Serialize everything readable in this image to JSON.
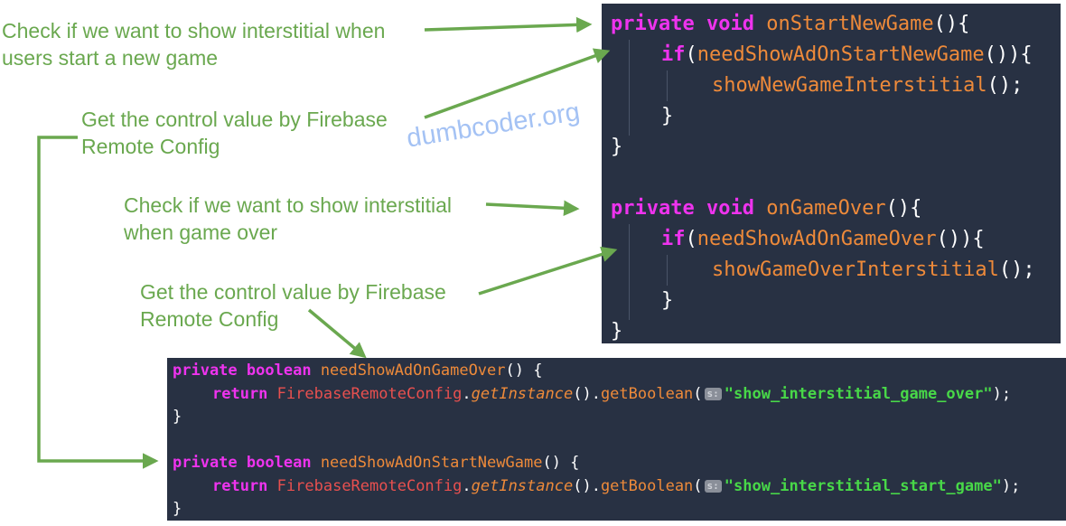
{
  "annotations": {
    "a1_line1": "Check if we want to show interstitial when",
    "a1_line2": "users start a new game",
    "a2_line1": "Get the control value by Firebase",
    "a2_line2": "Remote Config",
    "a3_line1": "Check if we want to show interstitial",
    "a3_line2": "when game over",
    "a4_line1": "Get the control value by Firebase",
    "a4_line2": "Remote Config"
  },
  "watermark": "dumbcoder.org",
  "code_top": {
    "kw_private": "private",
    "kw_void": "void",
    "fn_start": "onStartNewGame",
    "fn_gameover": "onGameOver",
    "kw_if": "if",
    "cond_start": "needShowAdOnStartNewGame",
    "cond_gameover": "needShowAdOnGameOver",
    "call_start": "showNewGameInterstitial",
    "call_gameover": "showGameOverInterstitial"
  },
  "code_bottom": {
    "kw_private": "private",
    "kw_boolean": "boolean",
    "kw_return": "return",
    "fn1": "needShowAdOnGameOver",
    "fn2": "needShowAdOnStartNewGame",
    "cls": "FirebaseRemoteConfig",
    "get_instance": "getInstance",
    "get_boolean": "getBoolean",
    "param_label": "s:",
    "str1": "\"show_interstitial_game_over\"",
    "str2": "\"show_interstitial_start_game\""
  },
  "colors": {
    "annotation_green": "#6aa84f",
    "code_background": "#283143",
    "keyword": "#ee33ee",
    "method": "#ee8a3a",
    "class": "#e8504f",
    "string": "#48d848",
    "watermark": "#a4c2f4"
  }
}
